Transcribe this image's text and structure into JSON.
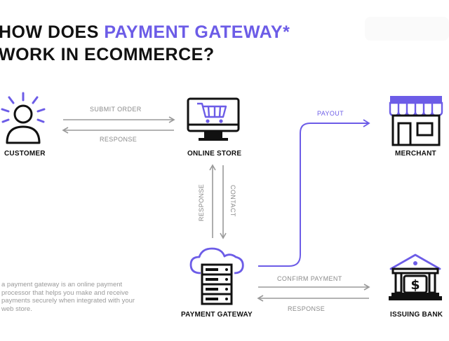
{
  "title": {
    "line1_prefix": "HOW DOES ",
    "line1_accent": "PAYMENT GATEWAY*",
    "line2": "WORK IN ECOMMERCE?"
  },
  "nodes": {
    "customer": "CUSTOMER",
    "online_store": "ONLINE STORE",
    "merchant": "MERCHANT",
    "payment_gateway": "PAYMENT GATEWAY",
    "issuing_bank": "ISSUING BANK"
  },
  "arrows": {
    "submit_order": "SUBMIT ORDER",
    "response_top": "RESPONSE",
    "response_vertical": "RESPONSE",
    "contact": "CONTACT",
    "payout": "PAYOUT",
    "confirm_payment": "CONFIRM PAYMENT",
    "response_bottom": "RESPONSE"
  },
  "description": "a payment gateway is an online payment processor that helps you make and receive payments securely when integrated with your web store.",
  "colors": {
    "accent": "#6c5ce7",
    "icon": "#111111",
    "arrow": "#9a9a9a"
  },
  "icons": [
    "customer-icon",
    "store-monitor-icon",
    "merchant-shop-icon",
    "server-cloud-icon",
    "bank-dollar-icon"
  ]
}
